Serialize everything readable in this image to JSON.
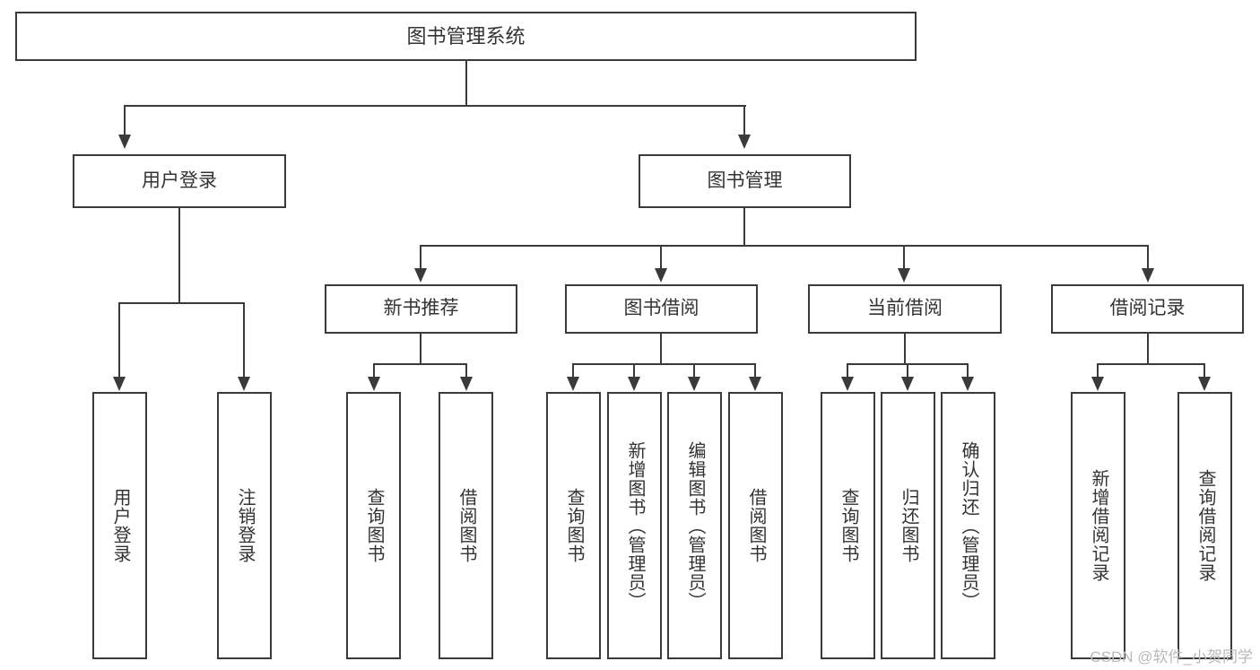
{
  "diagram": {
    "title": "图书管理系统",
    "type": "tree",
    "root": {
      "label": "图书管理系统"
    },
    "level2": [
      {
        "label": "用户登录"
      },
      {
        "label": "图书管理"
      }
    ],
    "level3": [
      {
        "label": "新书推荐"
      },
      {
        "label": "图书借阅"
      },
      {
        "label": "当前借阅"
      },
      {
        "label": "借阅记录"
      }
    ],
    "leaves": {
      "user_login": [
        {
          "label": "用户登录"
        },
        {
          "label": "注销登录"
        }
      ],
      "new_book_recommend": [
        {
          "label": "查询图书"
        },
        {
          "label": "借阅图书"
        }
      ],
      "book_borrow": [
        {
          "label": "查询图书"
        },
        {
          "label": "新增图书（管理员）"
        },
        {
          "label": "编辑图书（管理员）"
        },
        {
          "label": "借阅图书"
        }
      ],
      "current_borrow": [
        {
          "label": "查询图书"
        },
        {
          "label": "归还图书"
        },
        {
          "label": "确认归还（管理员）"
        }
      ],
      "borrow_record": [
        {
          "label": "新增借阅记录"
        },
        {
          "label": "查询借阅记录"
        }
      ]
    }
  },
  "watermark": {
    "text": "CSDN @软件_小贺同学"
  },
  "colors": {
    "stroke": "#3a3a3a",
    "text": "#333333",
    "background": "#ffffff",
    "watermark": "#b9b9b9"
  }
}
